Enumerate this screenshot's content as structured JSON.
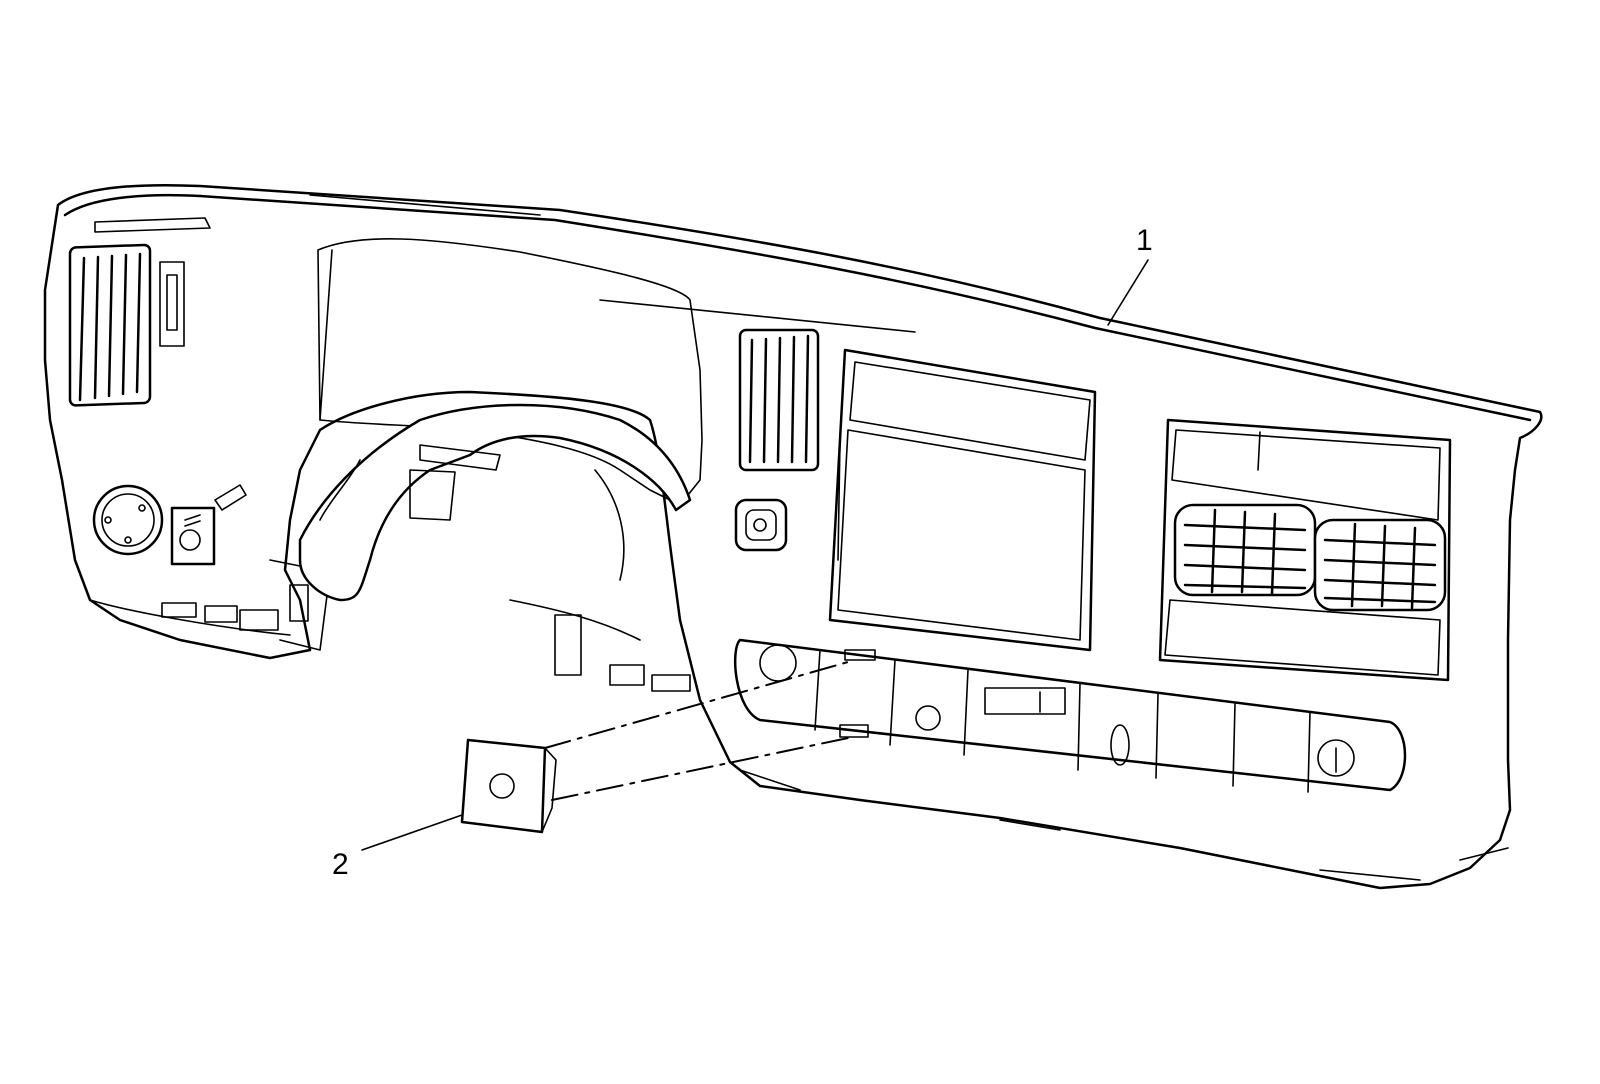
{
  "callouts": [
    {
      "id": "1",
      "label": "1"
    },
    {
      "id": "2",
      "label": "2"
    }
  ],
  "colors": {
    "line": "#000000",
    "background": "#ffffff"
  },
  "icons": [
    "air-vent-icon",
    "headlamp-knob-icon",
    "ignition-lock-icon",
    "hazard-switch-icon",
    "power-outlet-icon"
  ]
}
